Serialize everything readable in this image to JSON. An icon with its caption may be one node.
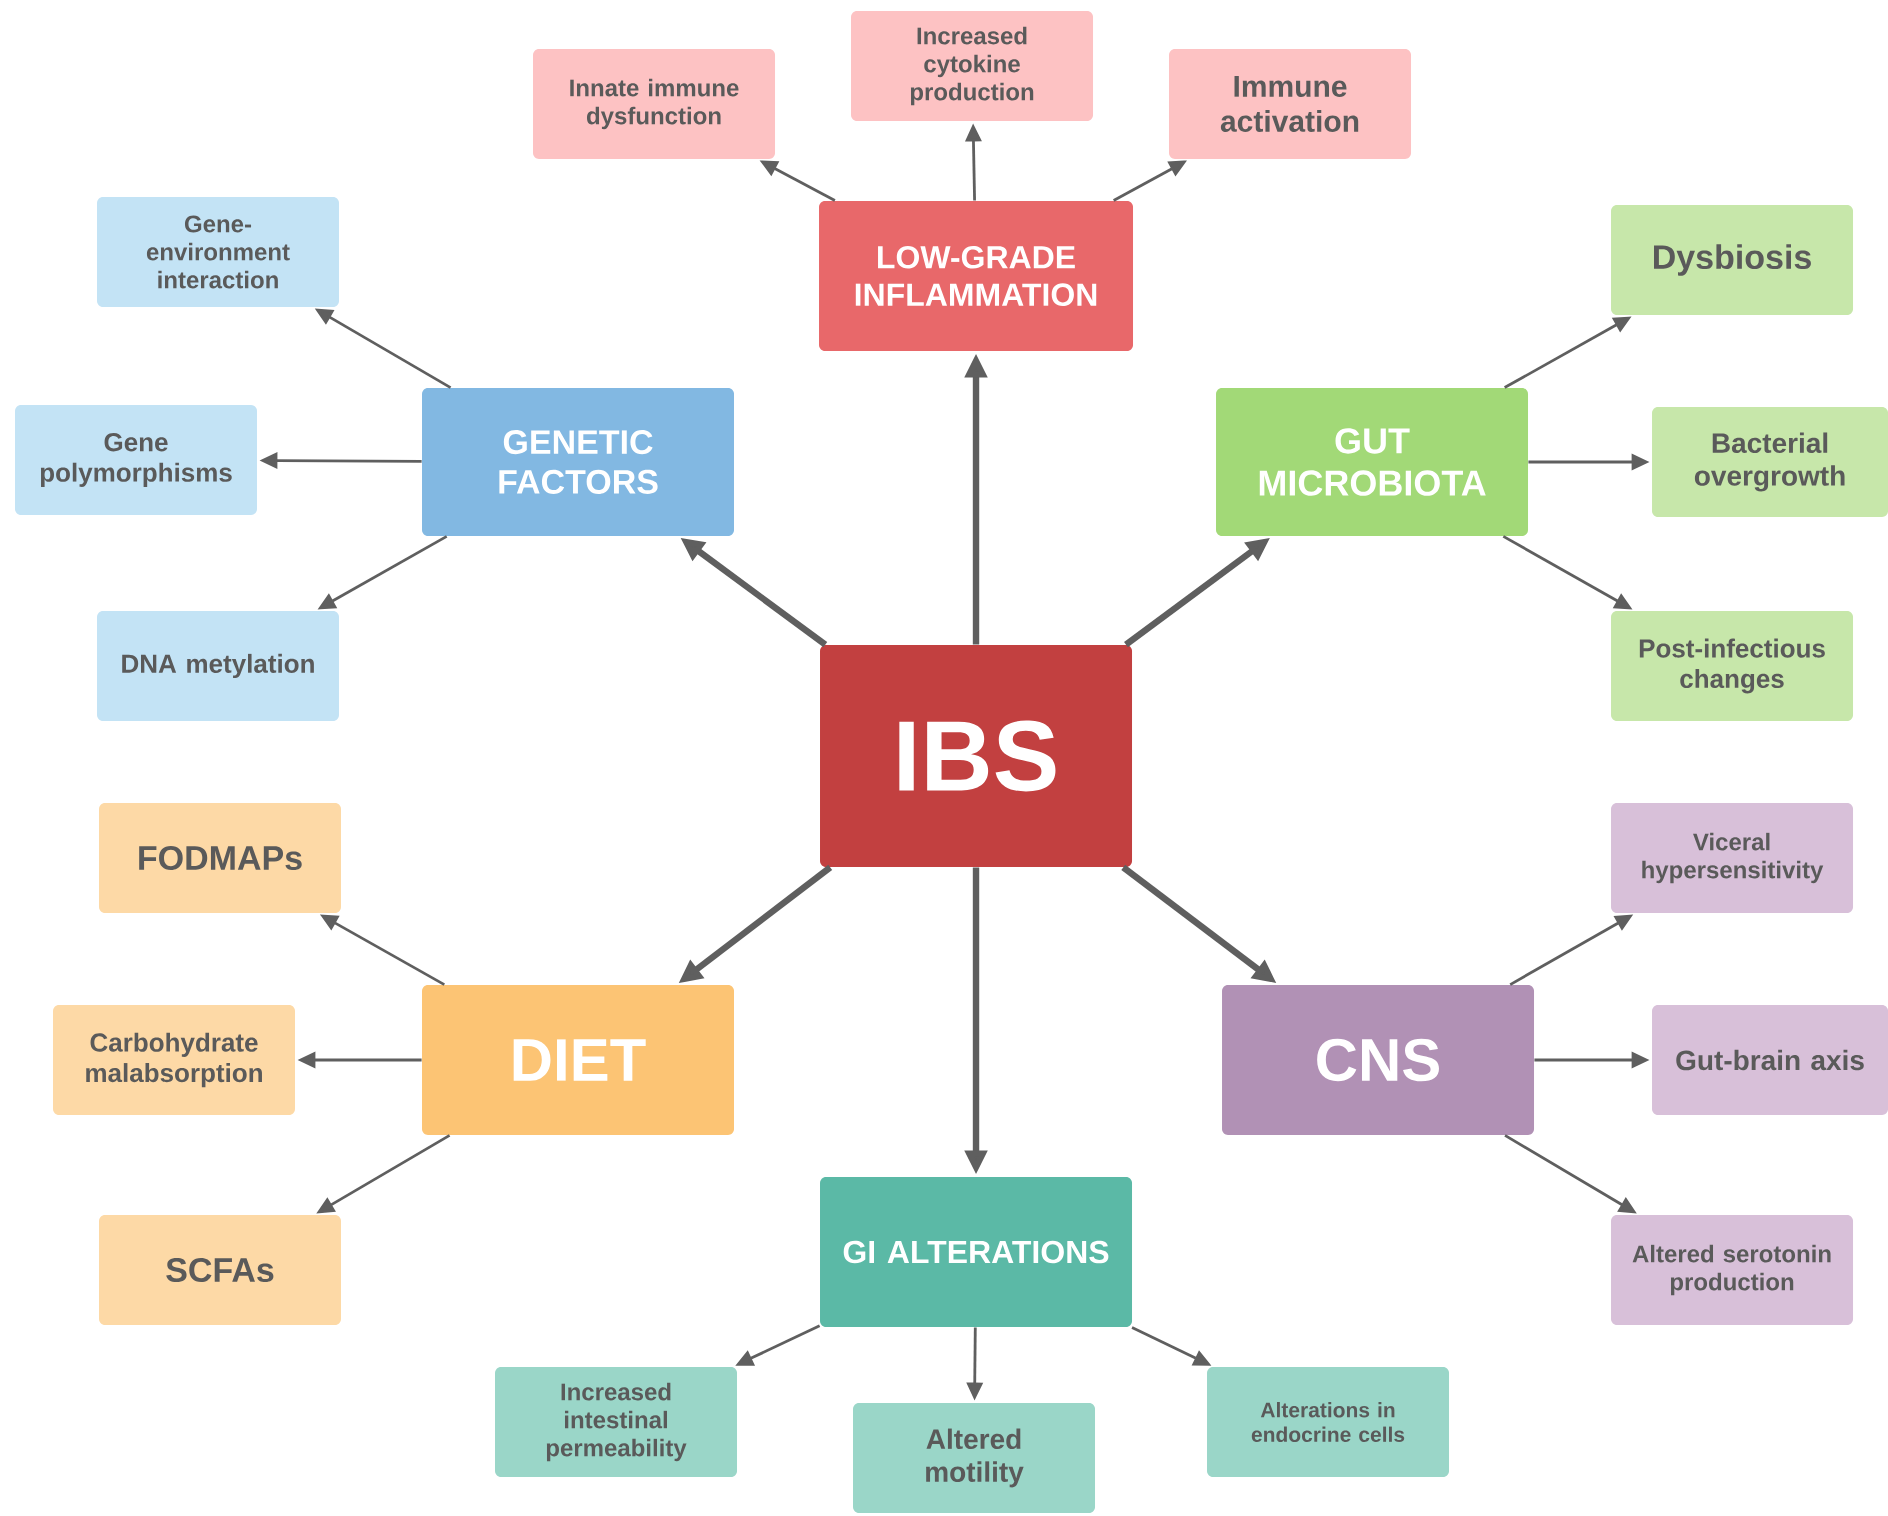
{
  "diagram": {
    "nodes": [
      {
        "text": [
          "IBS"
        ]
      },
      {
        "text": [
          "LOW-GRADE INFLAMMATION"
        ]
      },
      {
        "text": [
          "Innate immune dysfunction"
        ]
      },
      {
        "text": [
          "Increased cytokine production"
        ]
      },
      {
        "text": [
          "Immune activation"
        ]
      },
      {
        "text": [
          "GENETIC FACTORS"
        ]
      },
      {
        "text": [
          "Gene-environment interaction"
        ]
      },
      {
        "text": [
          "Gene polymorphisms"
        ]
      },
      {
        "text": [
          "DNA metylation"
        ]
      },
      {
        "text": [
          "GUT MICROBIOTA"
        ]
      },
      {
        "text": [
          "Dysbiosis"
        ]
      },
      {
        "text": [
          "Bacterial overgrowth"
        ]
      },
      {
        "text": [
          "Post-infectious changes"
        ]
      },
      {
        "text": [
          "DIET"
        ]
      },
      {
        "text": [
          "FODMAPs"
        ]
      },
      {
        "text": [
          "Carbohydrate malabsorption"
        ]
      },
      {
        "text": [
          "SCFAs"
        ]
      },
      {
        "text": [
          "CNS"
        ]
      },
      {
        "text": [
          "Viceral hypersensitivity"
        ]
      },
      {
        "text": [
          "Gut-brain axis"
        ]
      },
      {
        "text": [
          "Altered serotonin production"
        ]
      },
      {
        "text": [
          "GI ALTERATIONS"
        ]
      },
      {
        "text": [
          "Increased intestinal permeability"
        ]
      },
      {
        "text": [
          "Altered motility"
        ]
      },
      {
        "text": [
          "Alterations in endocrine cells"
        ]
      }
    ],
    "edges": [
      {
        "from": 0,
        "to": 1,
        "arrow": "to",
        "style": "thick"
      },
      {
        "from": 0,
        "to": 5,
        "arrow": "to",
        "style": "thick"
      },
      {
        "from": 0,
        "to": 9,
        "arrow": "to",
        "style": "thick"
      },
      {
        "from": 0,
        "to": 13,
        "arrow": "to",
        "style": "thick"
      },
      {
        "from": 0,
        "to": 17,
        "arrow": "to",
        "style": "thick"
      },
      {
        "from": 0,
        "to": 21,
        "arrow": "to",
        "style": "thick"
      },
      {
        "from": 1,
        "to": 2,
        "arrow": "to"
      },
      {
        "from": 1,
        "to": 3,
        "arrow": "to"
      },
      {
        "from": 1,
        "to": 4,
        "arrow": "to"
      },
      {
        "from": 5,
        "to": 6,
        "arrow": "to"
      },
      {
        "from": 5,
        "to": 7,
        "arrow": "to"
      },
      {
        "from": 5,
        "to": 8,
        "arrow": "to"
      },
      {
        "from": 9,
        "to": 10,
        "arrow": "to"
      },
      {
        "from": 9,
        "to": 11,
        "arrow": "to"
      },
      {
        "from": 9,
        "to": 12,
        "arrow": "to"
      },
      {
        "from": 13,
        "to": 14,
        "arrow": "to"
      },
      {
        "from": 13,
        "to": 15,
        "arrow": "to"
      },
      {
        "from": 13,
        "to": 16,
        "arrow": "to"
      },
      {
        "from": 17,
        "to": 18,
        "arrow": "to"
      },
      {
        "from": 17,
        "to": 19,
        "arrow": "to"
      },
      {
        "from": 17,
        "to": 20,
        "arrow": "to"
      },
      {
        "from": 21,
        "to": 22,
        "arrow": "to"
      },
      {
        "from": 21,
        "to": 23,
        "arrow": "to"
      },
      {
        "from": 21,
        "to": 24,
        "arrow": "to"
      }
    ]
  }
}
